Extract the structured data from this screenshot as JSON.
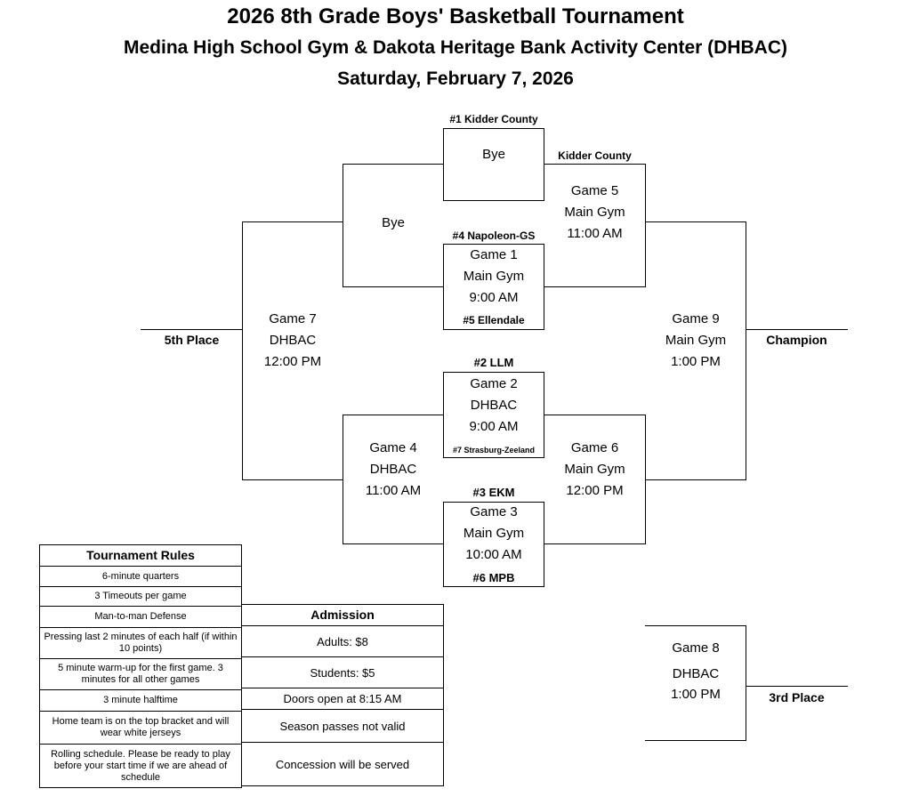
{
  "header": {
    "title": "2026 8th Grade Boys' Basketball Tournament",
    "venue": "Medina High School Gym & Dakota Heritage Bank Activity Center (DHBAC)",
    "date": "Saturday, February 7, 2026"
  },
  "teams": {
    "seed1": "#1 Kidder County",
    "bye_top": "Bye",
    "winner_g5_top": "Kidder County",
    "seed4": "#4 Napoleon-GS",
    "seed5": "#5 Ellendale",
    "seed2": "#2 LLM",
    "seed7": "#7 Strasburg-Zeeland",
    "seed3": "#3 EKM",
    "seed6": "#6 MPB",
    "bye_round2": "Bye"
  },
  "games": {
    "g1": [
      "Game 1",
      "Main Gym",
      "9:00 AM"
    ],
    "g2": [
      "Game 2",
      "DHBAC",
      "9:00 AM"
    ],
    "g3": [
      "Game 3",
      "Main Gym",
      "10:00 AM"
    ],
    "g4": [
      "Game 4",
      "DHBAC",
      "11:00 AM"
    ],
    "g5": [
      "Game 5",
      "Main Gym",
      "11:00 AM"
    ],
    "g6": [
      "Game 6",
      "Main Gym",
      "12:00 PM"
    ],
    "g7": [
      "Game 7",
      "DHBAC",
      "12:00 PM"
    ],
    "g8": [
      "Game 8",
      "DHBAC",
      "1:00 PM"
    ],
    "g9": [
      "Game 9",
      "Main Gym",
      "1:00 PM"
    ]
  },
  "places": {
    "fifth": "5th Place",
    "champion": "Champion",
    "third": "3rd Place"
  },
  "rules": {
    "heading": "Tournament Rules",
    "items": [
      "6-minute quarters",
      "3 Timeouts per game",
      "Man-to-man Defense",
      "Pressing last 2 minutes of each half (if within 10 points)",
      "5 minute warm-up for the first game. 3 minutes for all other games",
      "3 minute halftime",
      "Home team is on the top bracket and will wear white jerseys",
      "Rolling schedule. Please be ready to play before your start time if we are ahead of schedule"
    ]
  },
  "admission": {
    "heading": "Admission",
    "items": [
      "Adults: $8",
      "Students: $5",
      "Doors open at 8:15 AM",
      "Season passes not valid",
      "Concession will be served"
    ]
  }
}
